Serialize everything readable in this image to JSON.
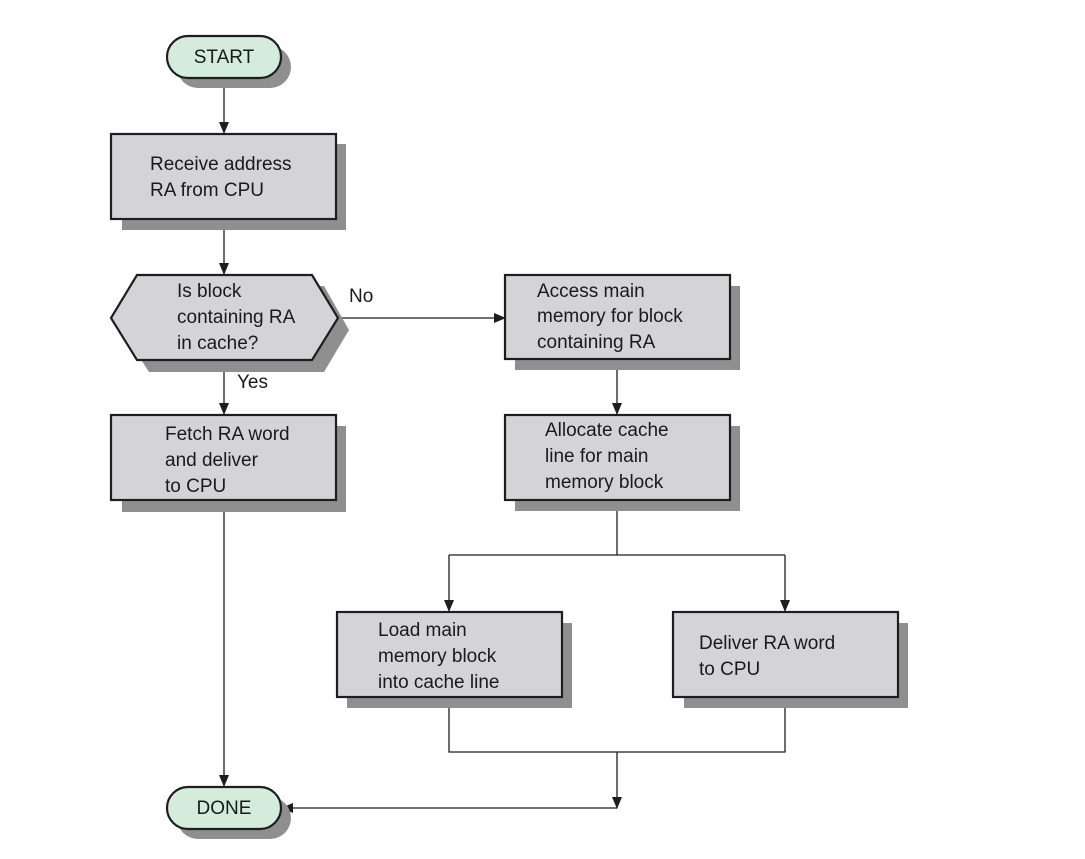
{
  "colors": {
    "process_fill": "#d4d4d6",
    "terminal_fill": "#d3ecdb",
    "shadow": "#8f8f8f",
    "stroke": "#1e1e1e"
  },
  "nodes": {
    "start": {
      "lines": [
        "START"
      ]
    },
    "receive": {
      "lines": [
        "Receive address",
        "RA from CPU"
      ]
    },
    "decision": {
      "lines": [
        "Is block",
        "containing RA",
        "in cache?"
      ]
    },
    "fetch": {
      "lines": [
        "Fetch RA word",
        "and deliver",
        "to CPU"
      ]
    },
    "access": {
      "lines": [
        "Access main",
        "memory for block",
        "containing RA"
      ]
    },
    "allocate": {
      "lines": [
        "Allocate cache",
        "line for main",
        "memory block"
      ]
    },
    "load": {
      "lines": [
        "Load main",
        "memory block",
        "into cache line"
      ]
    },
    "deliver": {
      "lines": [
        "Deliver RA word",
        "to CPU"
      ]
    },
    "done": {
      "lines": [
        "DONE"
      ]
    }
  },
  "edge_labels": {
    "no": "No",
    "yes": "Yes"
  }
}
